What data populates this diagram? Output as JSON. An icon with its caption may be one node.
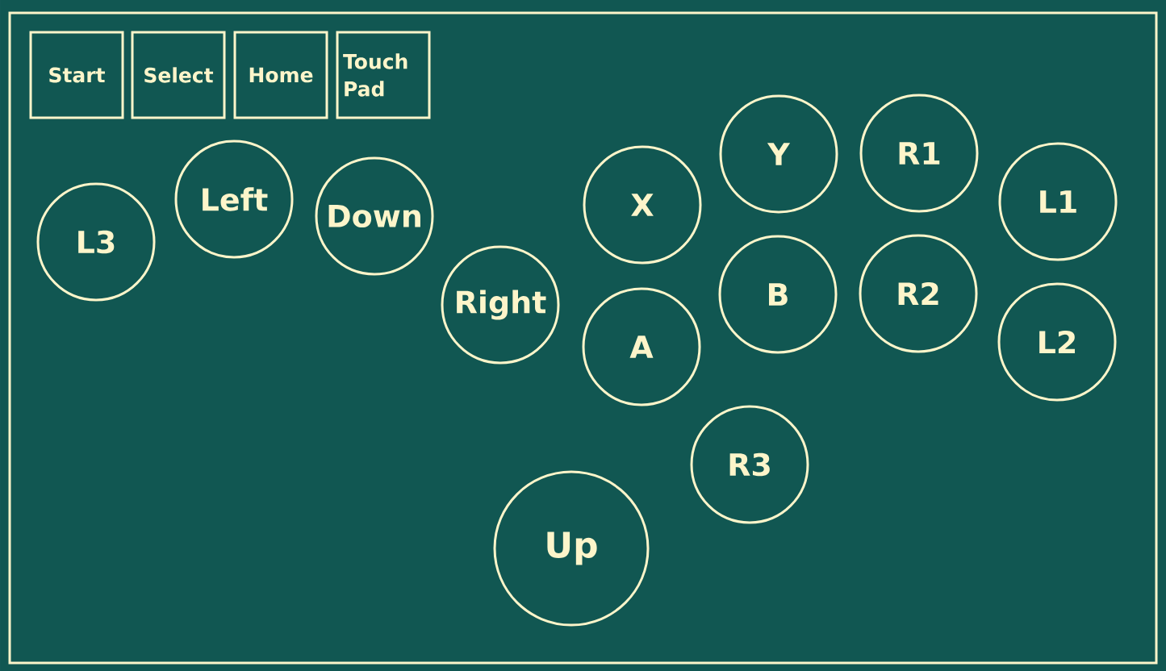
{
  "diagram": {
    "nodes": [
      {
        "text": [],
        "shape": "box"
      },
      {
        "text": [
          "Start"
        ],
        "in": 0
      },
      {
        "text": [
          "Select"
        ],
        "in": 0
      },
      {
        "text": [
          "Home"
        ],
        "in": 0
      },
      {
        "text": [
          "Touch Pad"
        ],
        "in": 0
      },
      {
        "text": [
          "L3"
        ],
        "in": 0
      },
      {
        "text": [
          "Left"
        ],
        "in": 0
      },
      {
        "text": [
          "Down"
        ],
        "in": 0
      },
      {
        "text": [
          "Right"
        ],
        "in": 0
      },
      {
        "text": [
          "X"
        ],
        "in": 0
      },
      {
        "text": [
          "A"
        ],
        "in": 0
      },
      {
        "text": [
          "Y"
        ],
        "in": 0
      },
      {
        "text": [
          "B"
        ],
        "in": 0
      },
      {
        "text": [
          "R1"
        ],
        "in": 0
      },
      {
        "text": [
          "R2"
        ],
        "in": 0
      },
      {
        "text": [
          "L1"
        ],
        "in": 0
      },
      {
        "text": [
          "L2"
        ],
        "in": 0
      },
      {
        "text": [
          "R3"
        ],
        "in": 0
      },
      {
        "text": [
          "Up"
        ],
        "in": 0
      }
    ]
  }
}
